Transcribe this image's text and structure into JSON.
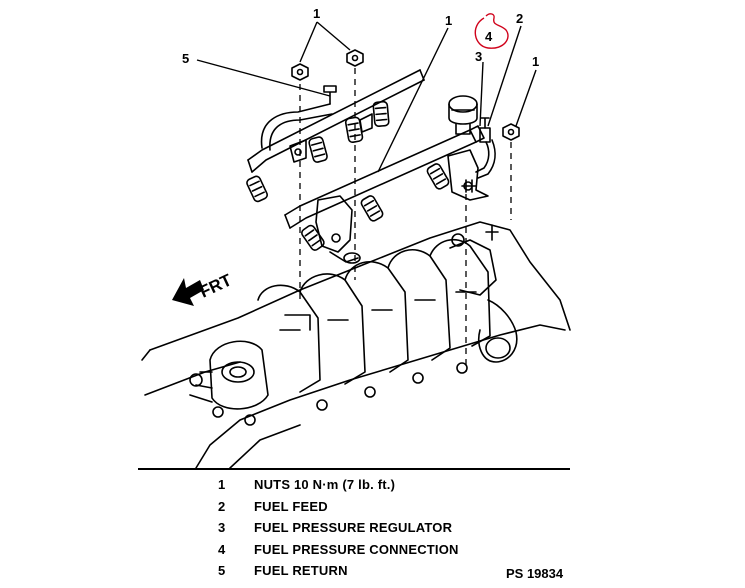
{
  "callouts": {
    "c1a": "1",
    "c1b": "1",
    "c1c": "1",
    "c2": "2",
    "c3": "3",
    "c4": "4",
    "c5": "5"
  },
  "direction_label": "FRT",
  "legend": [
    {
      "num": "1",
      "label": "NUTS 10 N·m (7 lb. ft.)"
    },
    {
      "num": "2",
      "label": "FUEL FEED"
    },
    {
      "num": "3",
      "label": "FUEL PRESSURE REGULATOR"
    },
    {
      "num": "4",
      "label": "FUEL PRESSURE CONNECTION"
    },
    {
      "num": "5",
      "label": "FUEL RETURN"
    }
  ],
  "reference_code": "PS 19834",
  "colors": {
    "ink": "#000000",
    "annotation": "#d0021b",
    "background": "#ffffff"
  }
}
